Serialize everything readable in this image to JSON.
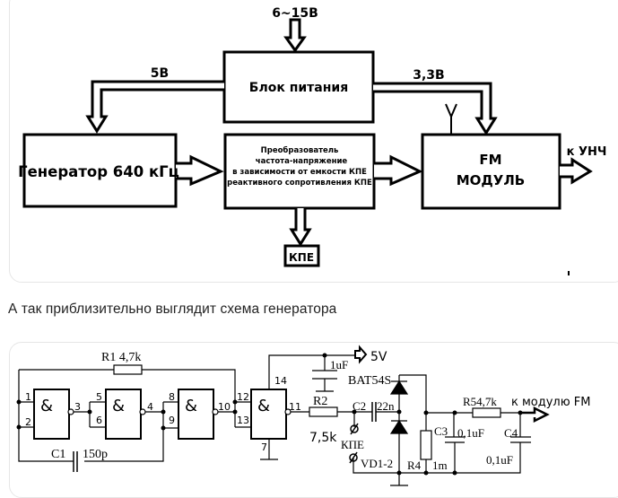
{
  "block_diagram": {
    "input_voltage": "6~15В",
    "power_block": "Блок питания",
    "line_5v": "5В",
    "line_3v3": "3,3В",
    "generator": "Генератор 640 кГц",
    "converter_lines": [
      "Преобразователь",
      "частота-напряжение",
      "в зависимости от емкости КПЕ",
      "(реактивного сопротивления КПЕ)"
    ],
    "kpe": "КПЕ",
    "fm_module_line1": "FM",
    "fm_module_line2": "МОДУЛЬ",
    "output_label": "к УНЧ"
  },
  "caption": "А так приблизительно выглядит схема генератора",
  "schematic": {
    "r1": "R1 4,7k",
    "c1": "C1",
    "c1_value": "150p",
    "gate_symbol": "&",
    "pins": [
      "1",
      "2",
      "3",
      "5",
      "6",
      "4",
      "8",
      "9",
      "10",
      "12",
      "13",
      "11",
      "14",
      "7"
    ],
    "supply": "5V",
    "c_supply": "1uF",
    "diode": "BAT54S",
    "r2": "R2",
    "r2_value": "7,5k",
    "c2": "C2",
    "c2_value": "22n",
    "kpe": "КПЕ",
    "vd": "VD1-2",
    "r4": "R4",
    "r4_value": "1m",
    "c3": "C3",
    "c3_value": "0,1uF",
    "r5": "R54,7k",
    "out_label": "к модулю FM",
    "c4": "C4",
    "c4_value": "0,1uF"
  }
}
